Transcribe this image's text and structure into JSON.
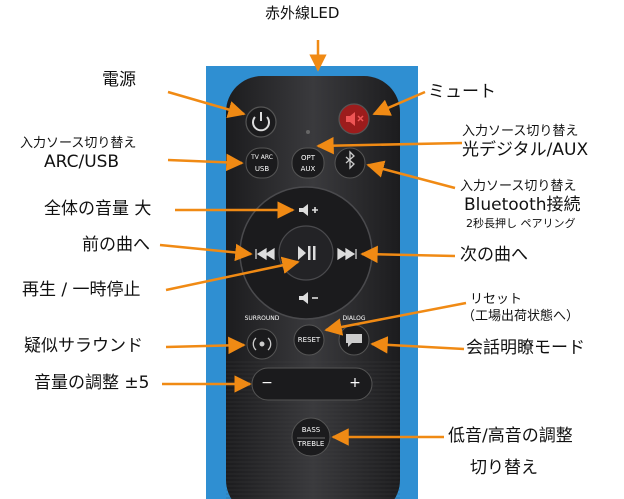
{
  "labels": {
    "ir_led": "赤外線LED",
    "power": "電源",
    "mute": "ミュート",
    "source_arc_usb_line1": "入力ソース切り替え",
    "source_arc_usb_line2": "ARC/USB",
    "source_opt_aux_line1": "入力ソース切り替え",
    "source_opt_aux_line2": "光デジタル/AUX",
    "source_bt_line1": "入力ソース切り替え",
    "source_bt_line2": "Bluetooth接続",
    "source_bt_line3": "2秒長押し ペアリング",
    "volume_up": "全体の音量 大",
    "prev_track": "前の曲へ",
    "next_track": "次の曲へ",
    "play_pause": "再生 / 一時停止",
    "reset_line1": "リセット",
    "reset_line2": "（工場出荷状態へ）",
    "surround": "疑似サラウンド",
    "dialog": "会話明瞭モード",
    "volume_adjust": "音量の調整 ±5",
    "bass_treble_line1": "低音/高音の調整",
    "bass_treble_line2": "切り替え"
  },
  "remote_buttons": {
    "tv_arc": "TV ARC",
    "usb": "USB",
    "opt": "OPT",
    "aux": "AUX",
    "surround": "SURROUND",
    "reset": "RESET",
    "dialog": "DIALOG",
    "minus": "−",
    "plus": "+",
    "bass": "BASS",
    "treble": "TREBLE"
  },
  "colors": {
    "arrow": "#f08a14",
    "backdrop": "#2f8fd2",
    "remote_body": "#2a2a2c",
    "button": "#1b1b1d",
    "mute_button": "#9c1c1c"
  }
}
